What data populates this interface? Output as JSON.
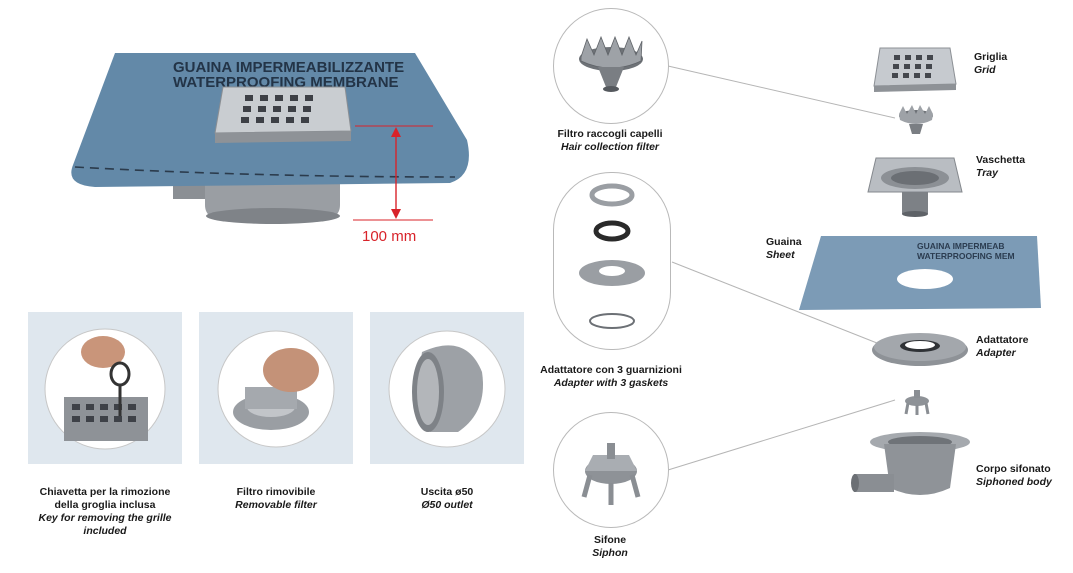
{
  "hero": {
    "membrane_text_line1": "GUAINA IMPERMEABILIZZANTE",
    "membrane_text_line2": "WATERPROOFING MEMBRANE",
    "dimension_label": "100 mm"
  },
  "thumbs": [
    {
      "title": "Chiavetta per la rimozione",
      "title2": "della groglia inclusa",
      "subtitle": "Key for removing the grille",
      "subtitle2": "included"
    },
    {
      "title": "Filtro rimovibile",
      "subtitle": "Removable filter"
    },
    {
      "title": "Uscita ø50",
      "subtitle": "Ø50 outlet"
    }
  ],
  "details": {
    "filter": {
      "title": "Filtro raccogli capelli",
      "subtitle": "Hair collection filter"
    },
    "adapter": {
      "title": "Adattatore con 3 guarnizioni",
      "subtitle": "Adapter with 3 gaskets"
    },
    "siphon": {
      "title": "Sifone",
      "subtitle": "Siphon"
    }
  },
  "exploded": {
    "grid": {
      "title": "Griglia",
      "subtitle": "Grid"
    },
    "tray": {
      "title": "Vaschetta",
      "subtitle": "Tray"
    },
    "sheet": {
      "title": "Guaina",
      "subtitle": "Sheet"
    },
    "sheet_text_line1": "GUAINA IMPERMEAB",
    "sheet_text_line2": "WATERPROOFING MEM",
    "adapter": {
      "title": "Adattatore",
      "subtitle": "Adapter"
    },
    "body": {
      "title": "Corpo sifonato",
      "subtitle": "Siphoned body"
    }
  },
  "colors": {
    "membrane": "#5f86a6",
    "dimension_red": "#d8232a",
    "steel": "#b9bdc2",
    "plastic_grey": "#8d9196",
    "outline": "#b9b9b9"
  }
}
